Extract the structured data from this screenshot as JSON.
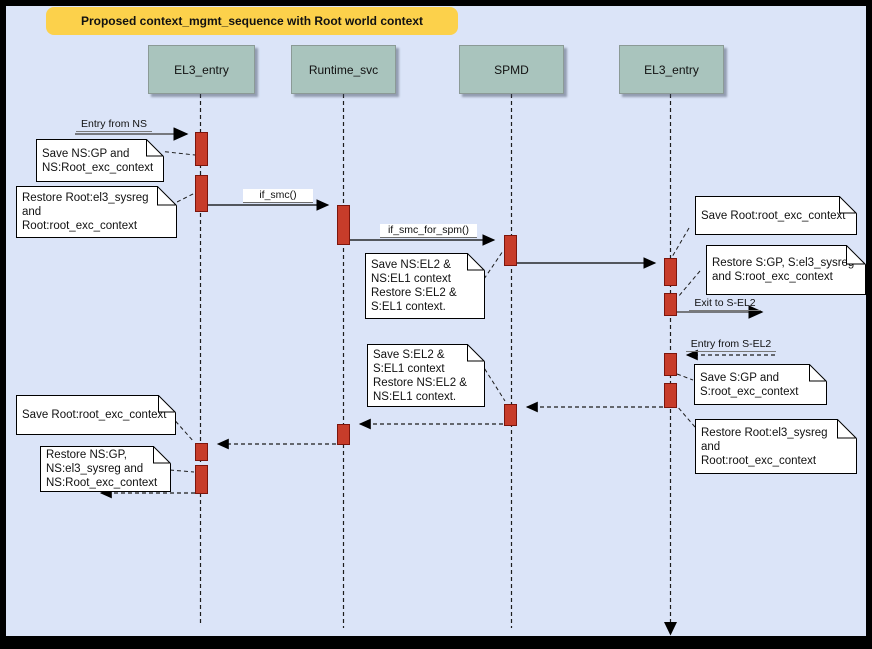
{
  "title": "Proposed context_mgmt_sequence with Root world context",
  "lifelines": [
    {
      "label": "EL3_entry"
    },
    {
      "label": "Runtime_svc"
    },
    {
      "label": "SPMD"
    },
    {
      "label": "EL3_entry"
    }
  ],
  "messages": {
    "entry_from_ns": "Entry from NS",
    "if_smc": "if_smc()",
    "if_smc_for_spm": "if_smc_for_spm()",
    "exit_to_sel2": "Exit to S-EL2",
    "entry_from_sel2": "Entry from S-EL2"
  },
  "notes": {
    "n1": "Save NS:GP and\nNS:Root_exc_context",
    "n2": "Restore Root:el3_sysreg\nand\nRoot:root_exc_context",
    "n3": "Save NS:EL2 &\nNS:EL1 context\nRestore S:EL2 &\nS:EL1 context.",
    "n4": "Save Root:root_exc_context",
    "n5": "Restore S:GP, S:el3_sysreg\nand S:root_exc_context",
    "n6": "Save S:GP and\nS:root_exc_context",
    "n7": "Restore Root:el3_sysreg\nand\nRoot:root_exc_context",
    "n8": "Save S:EL2 &\nS:EL1 context\nRestore NS:EL2 &\nNS:EL1 context.",
    "n9": "Save Root:root_exc_context",
    "n10": "Restore NS:GP,\nNS:el3_sysreg and\nNS:Root_exc_context"
  },
  "colors": {
    "bg": "#dbe4f8",
    "frame": "#000000",
    "title-bg": "#fcd14b",
    "header-bg": "#a9c4bd",
    "act": "#c73c2a",
    "act-border": "#7c150c",
    "note-bg": "#ffffff"
  }
}
